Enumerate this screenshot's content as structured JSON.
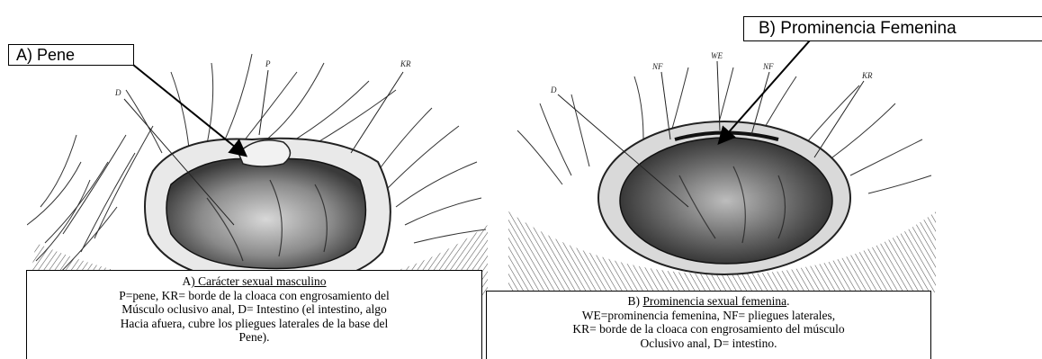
{
  "figure_male": {
    "callout": "A) Pene",
    "labels": {
      "d": "D",
      "p": "P",
      "kr": "KR"
    },
    "caption": {
      "title_prefix": "A",
      "title": ") Carácter sexual masculino",
      "lines": [
        "P=pene, KR= borde de la cloaca con engrosamiento del",
        "Músculo oclusivo anal, D= Intestino (el intestino, algo",
        "Hacia afuera, cubre los pliegues laterales de la base del",
        "Pene)."
      ]
    }
  },
  "figure_female": {
    "callout": "B) Prominencia Femenina",
    "labels": {
      "d": "D",
      "nf_left": "NF",
      "we": "WE",
      "nf_right": "NF",
      "kr": "KR"
    },
    "caption": {
      "title_prefix": "B) ",
      "title": "Prominencia sexual femenina",
      "title_suffix": ".",
      "lines": [
        "WE=prominencia femenina, NF= pliegues laterales,",
        "KR= borde de la cloaca con engrosamiento del músculo",
        "Oclusivo anal, D= intestino."
      ]
    }
  },
  "colors": {
    "ink": "#1a1a1a",
    "paper": "#ffffff",
    "shade": "#555555"
  }
}
